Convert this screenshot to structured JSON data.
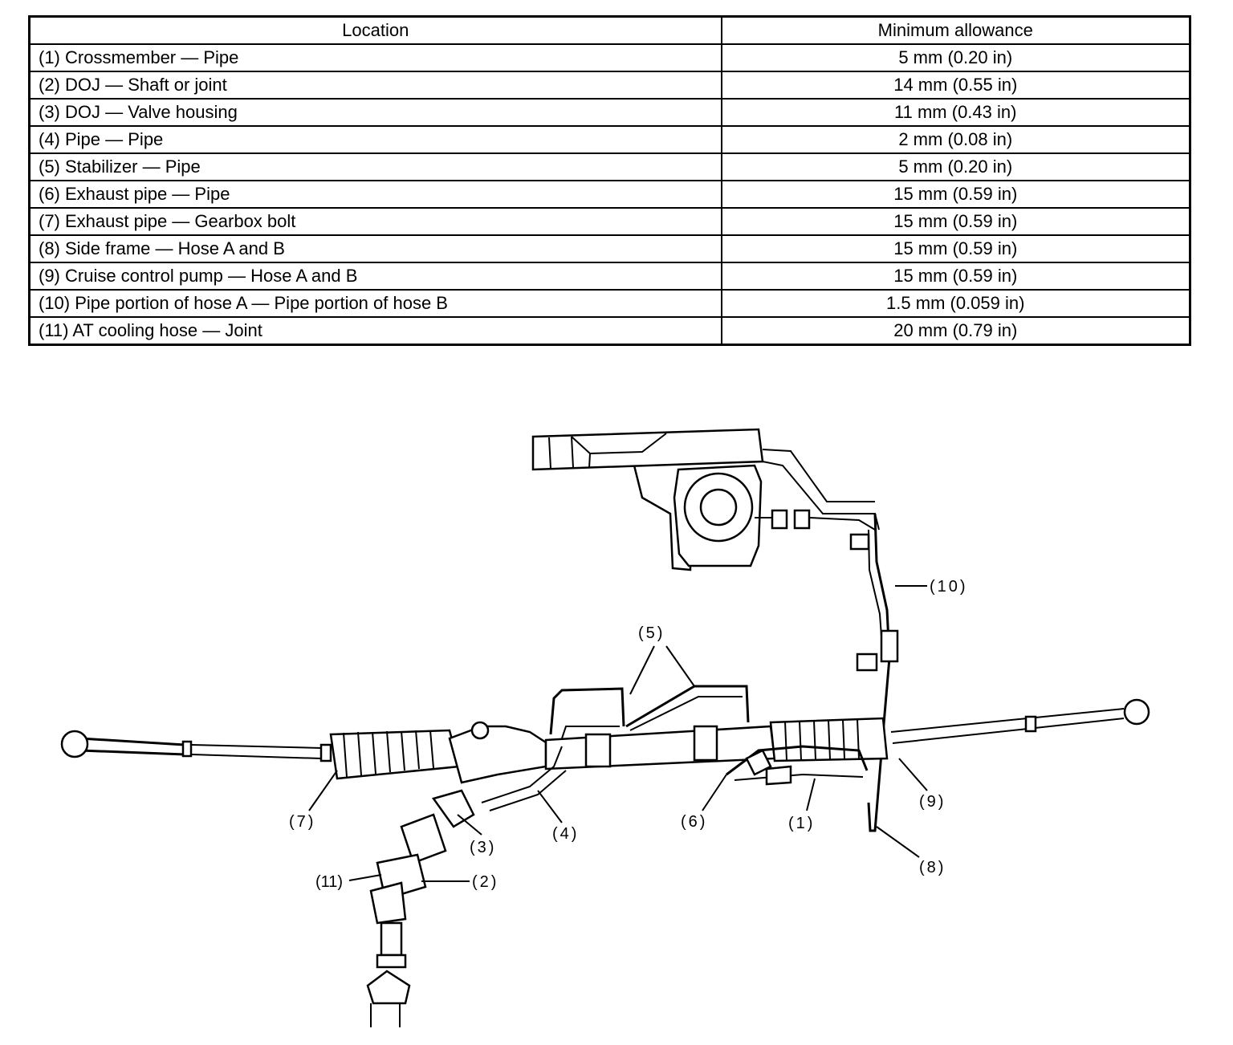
{
  "table": {
    "headers": [
      "Location",
      "Minimum allowance"
    ],
    "rows": [
      {
        "location": "(1) Crossmember — Pipe",
        "allowance": "5 mm (0.20 in)"
      },
      {
        "location": "(2) DOJ — Shaft or joint",
        "allowance": "14 mm (0.55 in)"
      },
      {
        "location": "(3) DOJ — Valve housing",
        "allowance": "11 mm (0.43 in)"
      },
      {
        "location": "(4) Pipe — Pipe",
        "allowance": "2 mm (0.08 in)"
      },
      {
        "location": "(5) Stabilizer — Pipe",
        "allowance": "5 mm (0.20 in)"
      },
      {
        "location": "(6) Exhaust pipe — Pipe",
        "allowance": "15 mm (0.59 in)"
      },
      {
        "location": "(7) Exhaust pipe — Gearbox bolt",
        "allowance": "15 mm (0.59 in)"
      },
      {
        "location": "(8) Side frame — Hose A and B",
        "allowance": "15 mm (0.59 in)"
      },
      {
        "location": "(9) Cruise control pump — Hose A and B",
        "allowance": "15 mm (0.59 in)"
      },
      {
        "location": "(10) Pipe portion of hose A — Pipe portion of hose B",
        "allowance": "1.5 mm (0.059 in)"
      },
      {
        "location": "(11) AT cooling hose — Joint",
        "allowance": "20 mm (0.79 in)"
      }
    ]
  },
  "diagram": {
    "callouts": {
      "c1": "(1)",
      "c2": "(2)",
      "c3": "(3)",
      "c4": "(4)",
      "c5": "(5)",
      "c6": "(6)",
      "c7": "(7)",
      "c8": "(8)",
      "c9": "(9)",
      "c10": "(10)",
      "c11": "(11)"
    }
  }
}
